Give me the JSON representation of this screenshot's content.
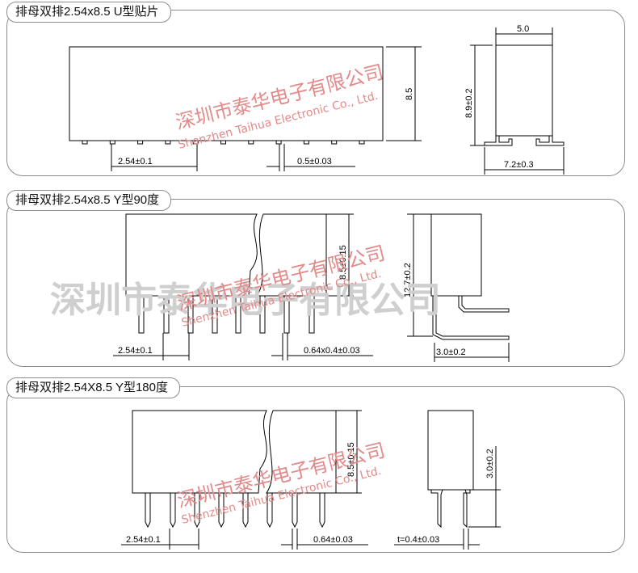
{
  "panels": [
    {
      "title": "排母双排2.54x8.5 U型贴片",
      "dims": {
        "pitch": "2.54±0.1",
        "pin_width": "0.5±0.03",
        "height": "8.5",
        "side_width": "5.0",
        "side_height": "8.9±0.2",
        "footprint": "7.2±0.3"
      }
    },
    {
      "title": "排母双排2.54x8.5 Y型90度",
      "dims": {
        "pitch": "2.54±0.1",
        "pin_size": "0.64x0.4±0.03",
        "height": "8.5±0.15",
        "side_height": "12.7±0.2",
        "side_offset": "3.0±0.2"
      }
    },
    {
      "title": "排母双排2.54X8.5 Y型180度",
      "dims": {
        "pitch": "2.54±0.1",
        "pin_width": "0.64±0.03",
        "height": "8.5±0.15",
        "pin_length": "3.0±0.2",
        "thickness": "t=0.4±0.03"
      }
    }
  ],
  "watermark": {
    "cn": "深圳市泰华电子有限公司",
    "en": "Shenzhen Taihua Electronic Co., Ltd.",
    "color": "#e38a8a"
  }
}
